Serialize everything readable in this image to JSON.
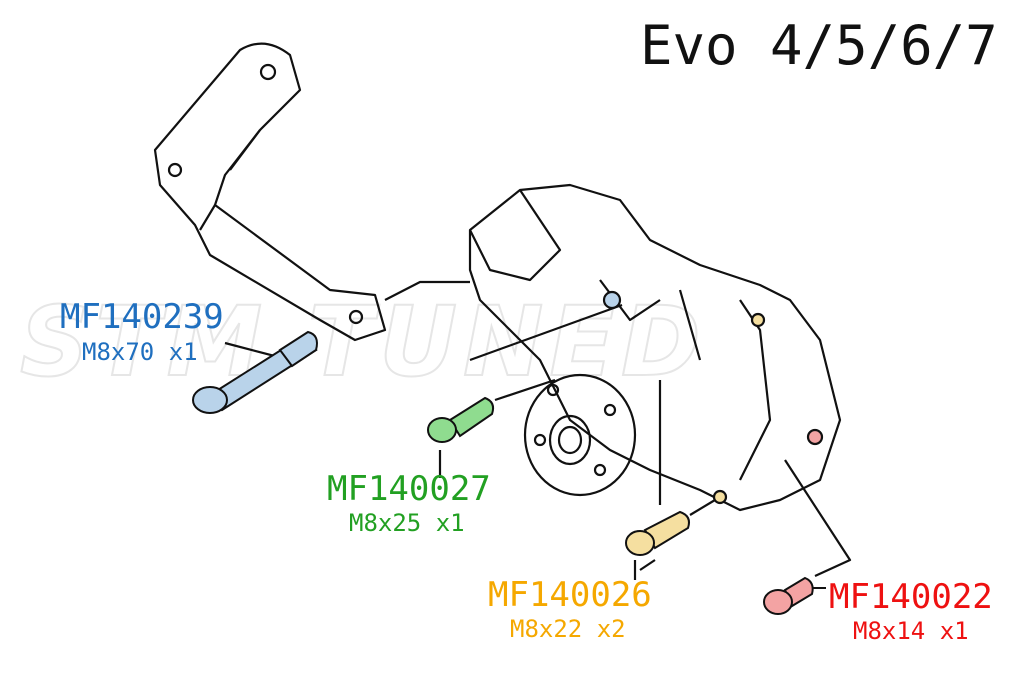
{
  "title": "Evo 4/5/6/7",
  "watermark": "STM TUNED",
  "colors": {
    "blue": "#1f6fbf",
    "green": "#22a022",
    "orange": "#f5a800",
    "red": "#ee1111",
    "blue_fill": "#b9d3ea",
    "green_fill": "#8fdc8f",
    "orange_fill": "#f5dfa0",
    "red_fill": "#f3a3a3"
  },
  "parts": [
    {
      "part_number": "MF140239",
      "spec": "M8x70 x1",
      "color": "blue"
    },
    {
      "part_number": "MF140027",
      "spec": "M8x25 x1",
      "color": "green"
    },
    {
      "part_number": "MF140026",
      "spec": "M8x22 x2",
      "color": "orange"
    },
    {
      "part_number": "MF140022",
      "spec": "M8x14 x1",
      "color": "red"
    }
  ]
}
